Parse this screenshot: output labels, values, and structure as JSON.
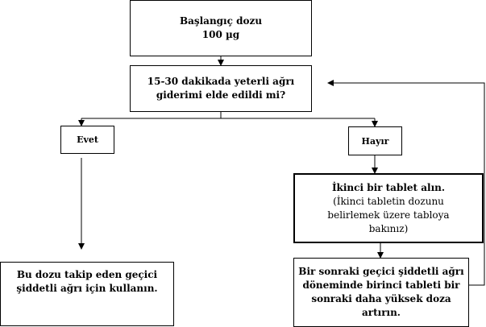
{
  "flowchart": {
    "start_box": {
      "line1": "Başlangıç dozu",
      "line2": "100 µg"
    },
    "question_box": {
      "line1": "15-30 dakikada yeterli ağrı",
      "line2": "giderimi elde edildi mi?"
    },
    "yes_label": "Evet",
    "no_label": "Hayır",
    "second_tablet_box": {
      "line1": "İkinci bir tablet alın.",
      "line2": "(İkinci tabletin dozunu",
      "line3": "belirlemek üzere tabloya",
      "line4": "bakınız)"
    },
    "yes_result_box": {
      "line1": "Bu dozu takip eden geçici",
      "line2": "şiddetli ağrı için kullanın."
    },
    "increase_dose_box": {
      "line1": "Bir sonraki geçici şiddetli ağrı",
      "line2": "döneminde birinci tableti bir",
      "line3": "sonraki daha yüksek doza",
      "line4": "artırın."
    }
  }
}
